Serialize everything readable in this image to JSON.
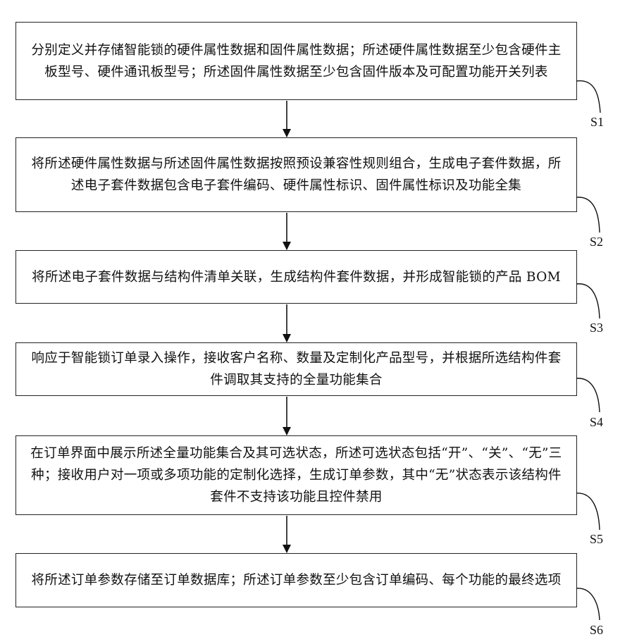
{
  "steps": [
    {
      "id": "S1",
      "text": "分别定义并存储智能锁的硬件属性数据和固件属性数据；所述硬件属性数据至少包含硬件主板型号、硬件通讯板型号；所述固件属性数据至少包含固件版本及可配置功能开关列表"
    },
    {
      "id": "S2",
      "text": "将所述硬件属性数据与所述固件属性数据按照预设兼容性规则组合，生成电子套件数据，所述电子套件数据包含电子套件编码、硬件属性标识、固件属性标识及功能全集"
    },
    {
      "id": "S3",
      "text": "将所述电子套件数据与结构件清单关联，生成结构件套件数据，并形成智能锁的产品 BOM"
    },
    {
      "id": "S4",
      "text": "响应于智能锁订单录入操作，接收客户名称、数量及定制化产品型号，并根据所选结构件套件调取其支持的全量功能集合"
    },
    {
      "id": "S5",
      "text": "在订单界面中展示所述全量功能集合及其可选状态，所述可选状态包括“开”、“关”、“无”三种；接收用户对一项或多项功能的定制化选择，生成订单参数，其中“无”状态表示该结构件套件不支持该功能且控件禁用"
    },
    {
      "id": "S6",
      "text": "将所述订单参数存储至订单数据库；所述订单参数至少包含订单编码、每个功能的最终选项"
    }
  ]
}
